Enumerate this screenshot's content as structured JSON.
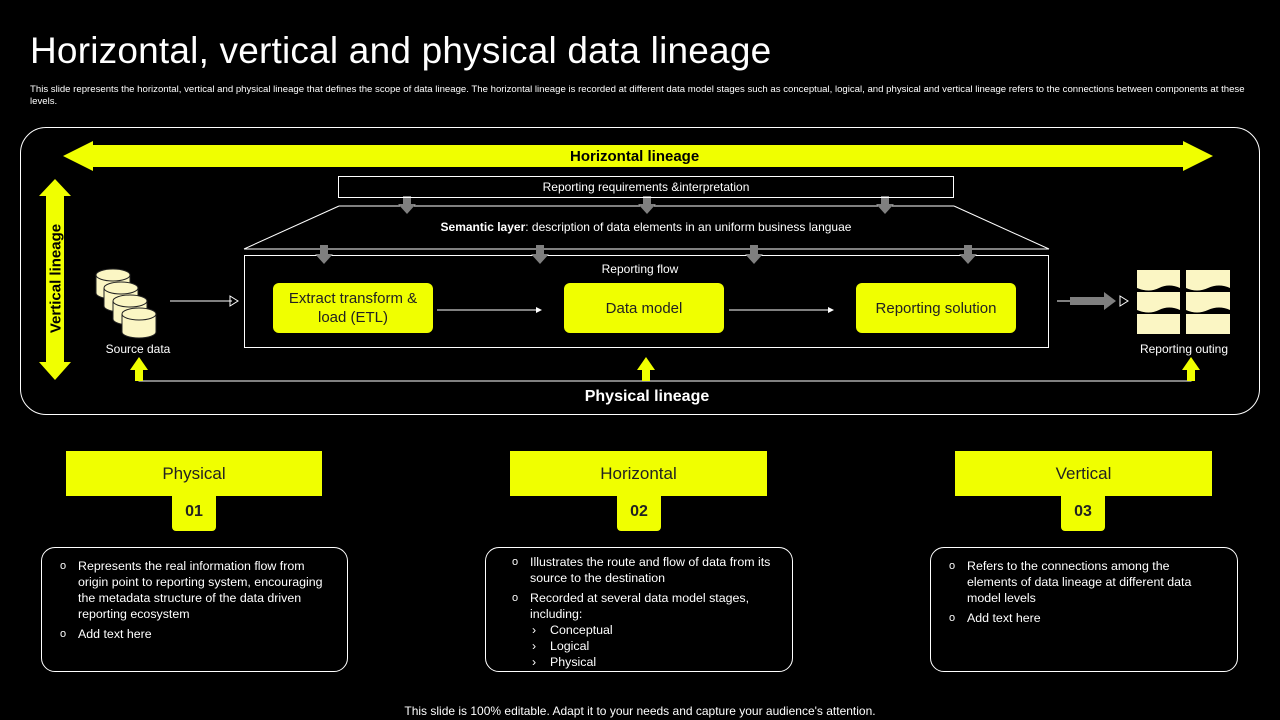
{
  "title": "Horizontal, vertical and physical data lineage",
  "subtitle": "This slide represents the horizontal, vertical and physical lineage that defines the scope of data lineage. The horizontal lineage is recorded at different data model stages such as conceptual, logical, and physical and vertical lineage refers to the connections between components at these levels.",
  "diagram": {
    "horizontal_label": "Horizontal lineage",
    "vertical_label": "Vertical lineage",
    "physical_label": "Physical lineage",
    "reporting_requirements": "Reporting requirements &interpretation",
    "semantic_bold": "Semantic layer",
    "semantic_rest": ": description of data elements in an uniform business languae",
    "reporting_flow": "Reporting flow",
    "etl": "Extract transform & load (ETL)",
    "data_model": "Data model",
    "reporting_solution": "Reporting solution",
    "source_data": "Source data",
    "reporting_outing": "Reporting outing"
  },
  "cards": [
    {
      "heading": "Physical",
      "number": "01",
      "bullets": [
        {
          "text": "Represents the real information flow from origin point to reporting system, encouraging the metadata structure of the data driven reporting ecosystem"
        },
        {
          "text": "Add text here"
        }
      ]
    },
    {
      "heading": "Horizontal",
      "number": "02",
      "bullets": [
        {
          "text": "Illustrates the route and flow of data from its source to the destination"
        },
        {
          "text": "Recorded at several data model stages, including:"
        }
      ],
      "sub_bullets": [
        "Conceptual",
        "Logical",
        "Physical"
      ]
    },
    {
      "heading": "Vertical",
      "number": "03",
      "bullets": [
        {
          "text": "Refers to the connections among the elements of data lineage at different data model levels"
        },
        {
          "text": "Add text here"
        }
      ]
    }
  ],
  "footer": "This slide is 100% editable. Adapt it to your needs and capture your audience's attention.",
  "colors": {
    "accent": "#f0ff00",
    "background": "#000000",
    "gray_arrow": "#7f7f7f",
    "doc_fill": "#fbf6c4"
  }
}
